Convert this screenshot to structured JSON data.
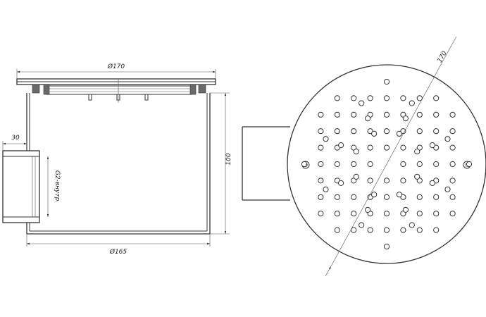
{
  "side_view": {
    "dim_top": "Ø170",
    "dim_bottom": "Ø165",
    "dim_height": "100",
    "dim_pipe": "30",
    "thread_label": "G2-внутр."
  },
  "top_view": {
    "dim_diameter": "170"
  }
}
